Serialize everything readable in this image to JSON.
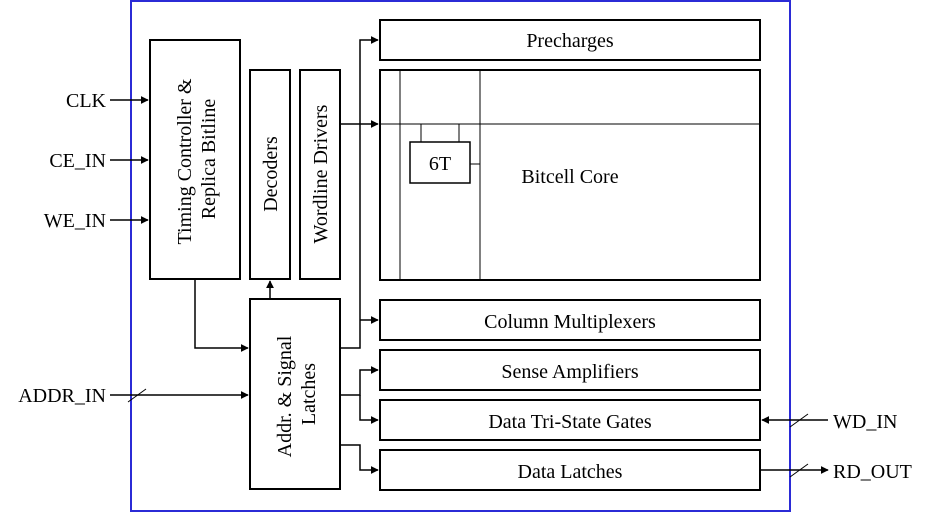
{
  "blocks": {
    "timing_controller": [
      "Timing Controller &",
      "Replica Bitline"
    ],
    "decoders": "Decoders",
    "wordline_drivers": "Wordline Drivers",
    "addr_latches": [
      "Addr. & Signal",
      "Latches"
    ],
    "precharges": "Precharges",
    "bitcell_core": "Bitcell Core",
    "bitcell": "6T",
    "column_mux": "Column Multiplexers",
    "sense_amps": "Sense Amplifiers",
    "tristate": "Data Tri-State Gates",
    "data_latches": "Data Latches"
  },
  "pins": {
    "clk": "CLK",
    "ce_in": "CE_IN",
    "we_in": "WE_IN",
    "addr_in": "ADDR_IN",
    "wd_in": "WD_IN",
    "rd_out": "RD_OUT"
  },
  "colors": {
    "frame": "#2b2bd6",
    "line": "#000000"
  }
}
